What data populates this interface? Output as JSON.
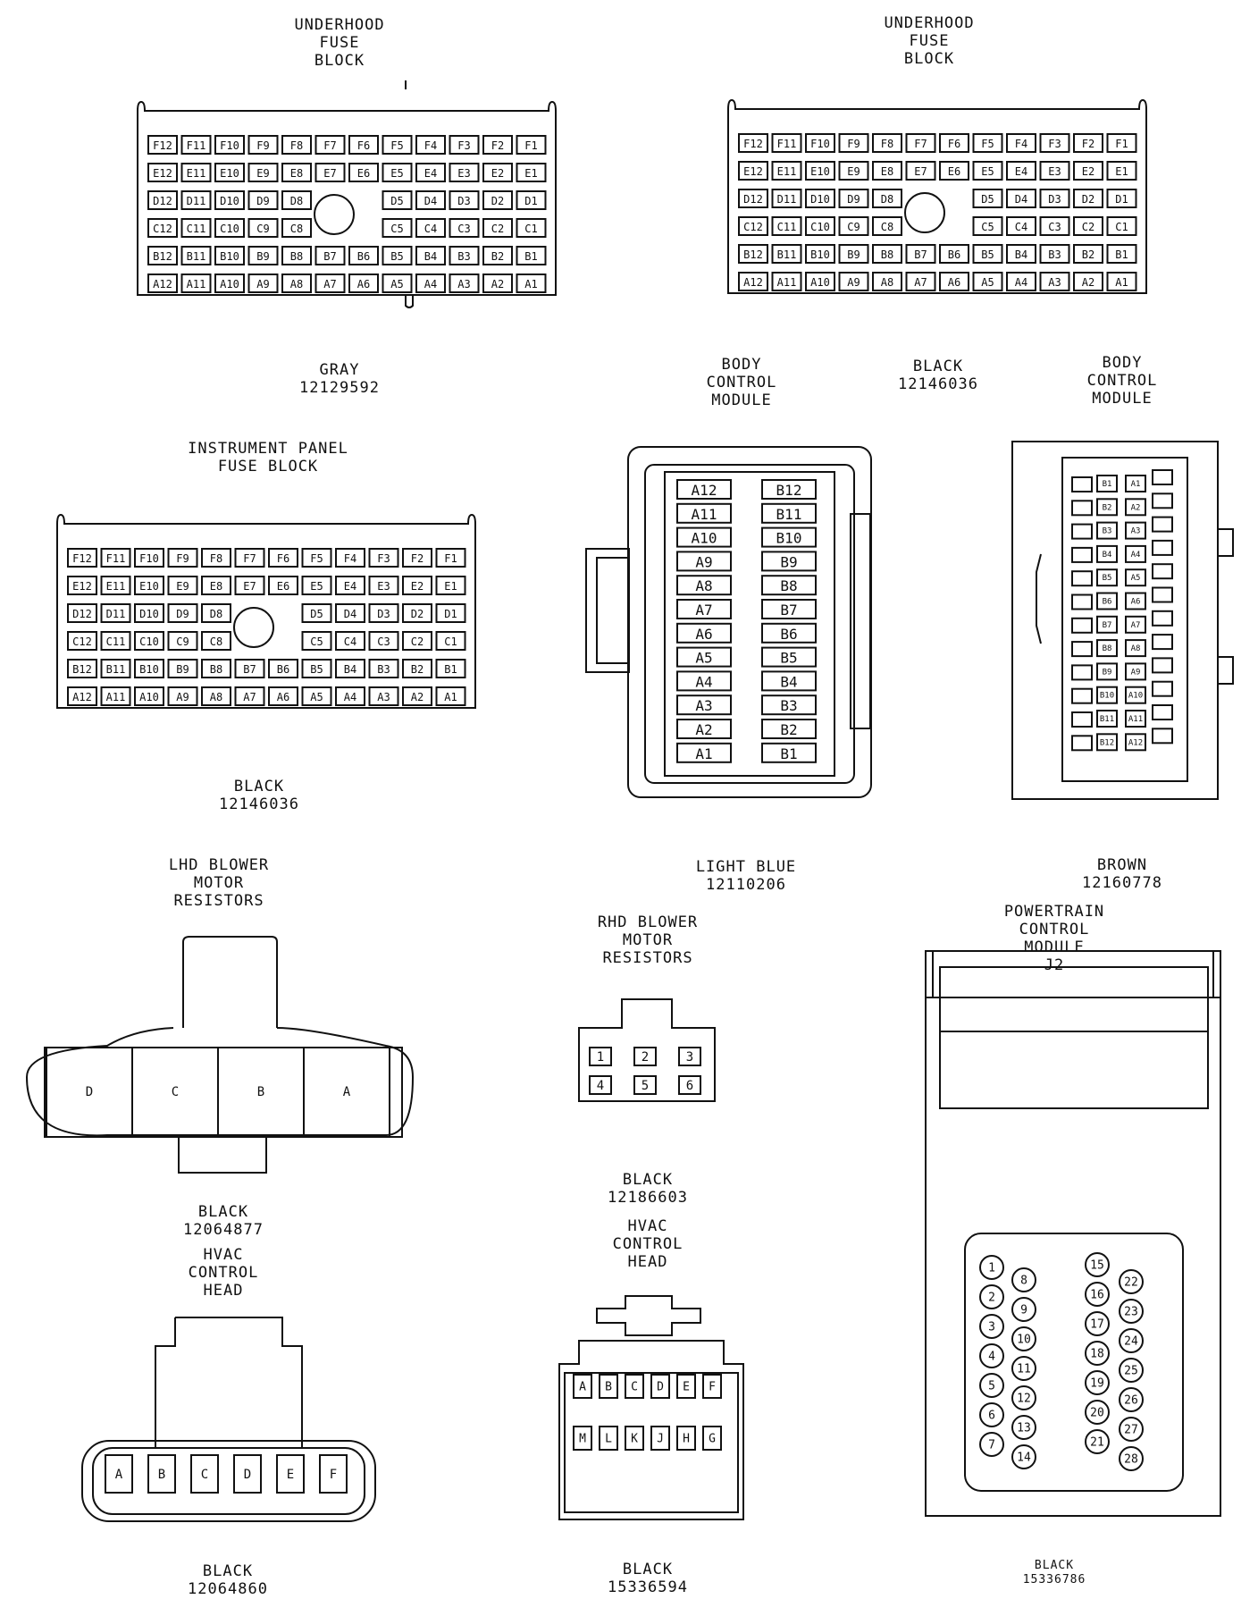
{
  "connectors": [
    {
      "id": "uh-gray",
      "title": [
        "UNDERHOOD",
        "FUSE",
        "BLOCK"
      ],
      "color": "GRAY",
      "part": "12129592"
    },
    {
      "id": "uh-black",
      "title": [
        "UNDERHOOD",
        "FUSE",
        "BLOCK"
      ],
      "color": "BLACK",
      "part": "12146036"
    },
    {
      "id": "ip-fuse",
      "title": [
        "INSTRUMENT PANEL",
        "FUSE BLOCK"
      ],
      "color": "BLACK",
      "part": "12146036"
    },
    {
      "id": "bcm-blue",
      "title": [
        "BODY",
        "CONTROL",
        "MODULE"
      ],
      "color": "LIGHT BLUE",
      "part": "12110206"
    },
    {
      "id": "bcm-brown",
      "title": [
        "BODY",
        "CONTROL",
        "MODULE"
      ],
      "color": "BROWN",
      "part": "12160778"
    },
    {
      "id": "lhd-blower",
      "title": [
        "LHD BLOWER",
        "MOTOR",
        "RESISTORS"
      ],
      "color": "BLACK",
      "part": "12064877"
    },
    {
      "id": "rhd-blower",
      "title": [
        "RHD BLOWER",
        "MOTOR",
        "RESISTORS"
      ],
      "color": "BLACK",
      "part": "12186603"
    },
    {
      "id": "pcm-j2",
      "title": [
        "POWERTRAIN",
        "CONTROL",
        "MODULE",
        "J2"
      ],
      "color": "BLACK",
      "part": "15336786"
    },
    {
      "id": "hvac-1",
      "title": [
        "HVAC",
        "CONTROL",
        "HEAD"
      ],
      "color": "BLACK",
      "part": "12064860"
    },
    {
      "id": "hvac-2",
      "title": [
        "HVAC",
        "CONTROL",
        "HEAD"
      ],
      "color": "BLACK",
      "part": "15336594"
    }
  ],
  "fuse_rows": [
    "F",
    "E",
    "D",
    "C",
    "B",
    "A"
  ],
  "bcm_blue_pins": {
    "left": [
      "A12",
      "A11",
      "A10",
      "A9",
      "A8",
      "A7",
      "A6",
      "A5",
      "A4",
      "A3",
      "A2",
      "A1"
    ],
    "right": [
      "B12",
      "B11",
      "B10",
      "B9",
      "B8",
      "B7",
      "B6",
      "B5",
      "B4",
      "B3",
      "B2",
      "B1"
    ]
  },
  "bcm_brown_pins": {
    "b": [
      "B1",
      "B2",
      "B3",
      "B4",
      "B5",
      "B6",
      "B7",
      "B8",
      "B9",
      "B10",
      "B11",
      "B12"
    ],
    "a": [
      "A1",
      "A2",
      "A3",
      "A4",
      "A5",
      "A6",
      "A7",
      "A8",
      "A9",
      "A10",
      "A11",
      "A12"
    ]
  },
  "lhd_pins": [
    "D",
    "C",
    "B",
    "A"
  ],
  "rhd_pins": [
    [
      "1",
      "2",
      "3"
    ],
    [
      "4",
      "5",
      "6"
    ]
  ],
  "hvac1_pins": [
    "A",
    "B",
    "C",
    "D",
    "E",
    "F"
  ],
  "hvac2_pins": [
    [
      "A",
      "B",
      "C",
      "D",
      "E",
      "F"
    ],
    [
      "M",
      "L",
      "K",
      "J",
      "H",
      "G"
    ]
  ],
  "pcm_pins": {
    "c1": [
      "1",
      "2",
      "3",
      "4",
      "5",
      "6",
      "7"
    ],
    "c2": [
      "8",
      "9",
      "10",
      "11",
      "12",
      "13",
      "14"
    ],
    "c3": [
      "15",
      "16",
      "17",
      "18",
      "19",
      "20",
      "21"
    ],
    "c4": [
      "22",
      "23",
      "24",
      "25",
      "26",
      "27",
      "28"
    ]
  }
}
